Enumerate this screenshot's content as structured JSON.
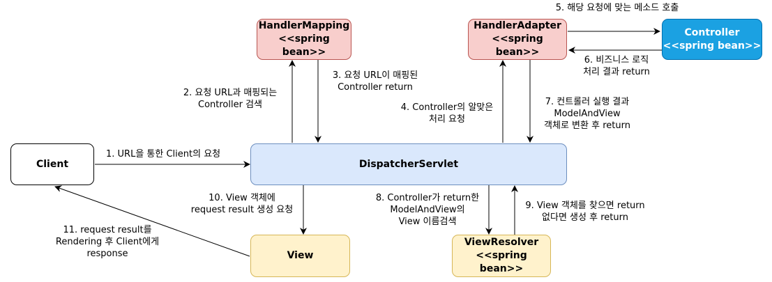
{
  "nodes": {
    "client": {
      "label": "Client"
    },
    "dispatcher": {
      "label": "DispatcherServlet"
    },
    "handler_mapping": {
      "label": "HandlerMapping",
      "stereotype": "<<spring bean>>"
    },
    "handler_adapter": {
      "label": "HandlerAdapter",
      "stereotype": "<<spring bean>>"
    },
    "controller": {
      "label": "Controller",
      "stereotype": "<<spring bean>>"
    },
    "view": {
      "label": "View"
    },
    "view_resolver": {
      "label": "ViewResolver",
      "stereotype": "<<spring bean>>"
    }
  },
  "edges": {
    "e1": {
      "from": "client",
      "to": "dispatcher",
      "lines": [
        "1. URL을 통한 Client의 요청"
      ]
    },
    "e2": {
      "from": "dispatcher",
      "to": "handler_mapping",
      "lines": [
        "2. 요청 URL과 매핑되는",
        "Controller 검색"
      ]
    },
    "e3": {
      "from": "handler_mapping",
      "to": "dispatcher",
      "lines": [
        "3. 요청 URL이 매핑된",
        "Controller return"
      ]
    },
    "e4": {
      "from": "dispatcher",
      "to": "handler_adapter",
      "lines": [
        "4. Controller의 알맞은",
        "처리 요청"
      ]
    },
    "e5": {
      "from": "handler_adapter",
      "to": "controller",
      "lines": [
        "5. 해당 요청에 맞는 메소드 호출"
      ]
    },
    "e6": {
      "from": "controller",
      "to": "handler_adapter",
      "lines": [
        "6. 비즈니스 로직",
        "처리 결과 return"
      ]
    },
    "e7": {
      "from": "handler_adapter",
      "to": "dispatcher",
      "lines": [
        "7. 컨트롤러 실행 결과",
        "ModelAndView",
        "객체로 변환 후 return"
      ]
    },
    "e8": {
      "from": "dispatcher",
      "to": "view_resolver",
      "lines": [
        "8. Controller가 return한",
        "ModelAndView의",
        "View 이름검색"
      ]
    },
    "e9": {
      "from": "view_resolver",
      "to": "dispatcher",
      "lines": [
        "9. View 객체를 찾으면 return",
        "없다면 생성 후 return"
      ]
    },
    "e10": {
      "from": "dispatcher",
      "to": "view",
      "lines": [
        "10. View 객체에",
        "request result 생성 요청"
      ]
    },
    "e11": {
      "from": "view",
      "to": "client",
      "lines": [
        "11. request result를",
        "Rendering 후 Client에게",
        "response"
      ]
    }
  },
  "colors": {
    "bean_fill": "#f8cecc",
    "bean_stroke": "#b85450",
    "servlet_fill": "#dae8fc",
    "servlet_stroke": "#6c8ebf",
    "view_fill": "#fff2cc",
    "view_stroke": "#d6b656",
    "controller_fill": "#1ba1e2",
    "controller_stroke": "#006eaf",
    "arrow": "#000000"
  }
}
